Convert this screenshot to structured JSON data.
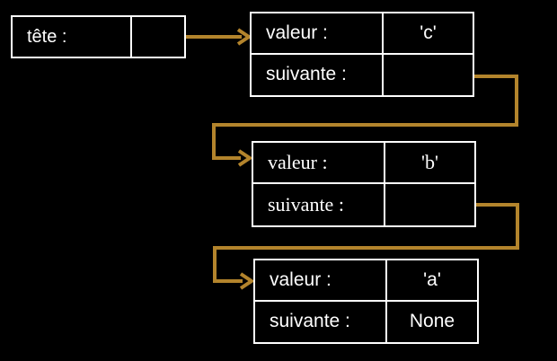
{
  "colors": {
    "background": "#000000",
    "border": "#ffffff",
    "text": "#ffffff",
    "arrow": "#b3842c"
  },
  "head": {
    "label": "tête :",
    "pointer_value": ""
  },
  "nodes": [
    {
      "id": "c",
      "value_label": "valeur :",
      "value": "'c'",
      "next_label": "suivante :",
      "next_value": ""
    },
    {
      "id": "b",
      "value_label": "valeur :",
      "value": "'b'",
      "next_label": "suivante :",
      "next_value": ""
    },
    {
      "id": "a",
      "value_label": "valeur :",
      "value": "'a'",
      "next_label": "suivante :",
      "next_value": "None"
    }
  ]
}
